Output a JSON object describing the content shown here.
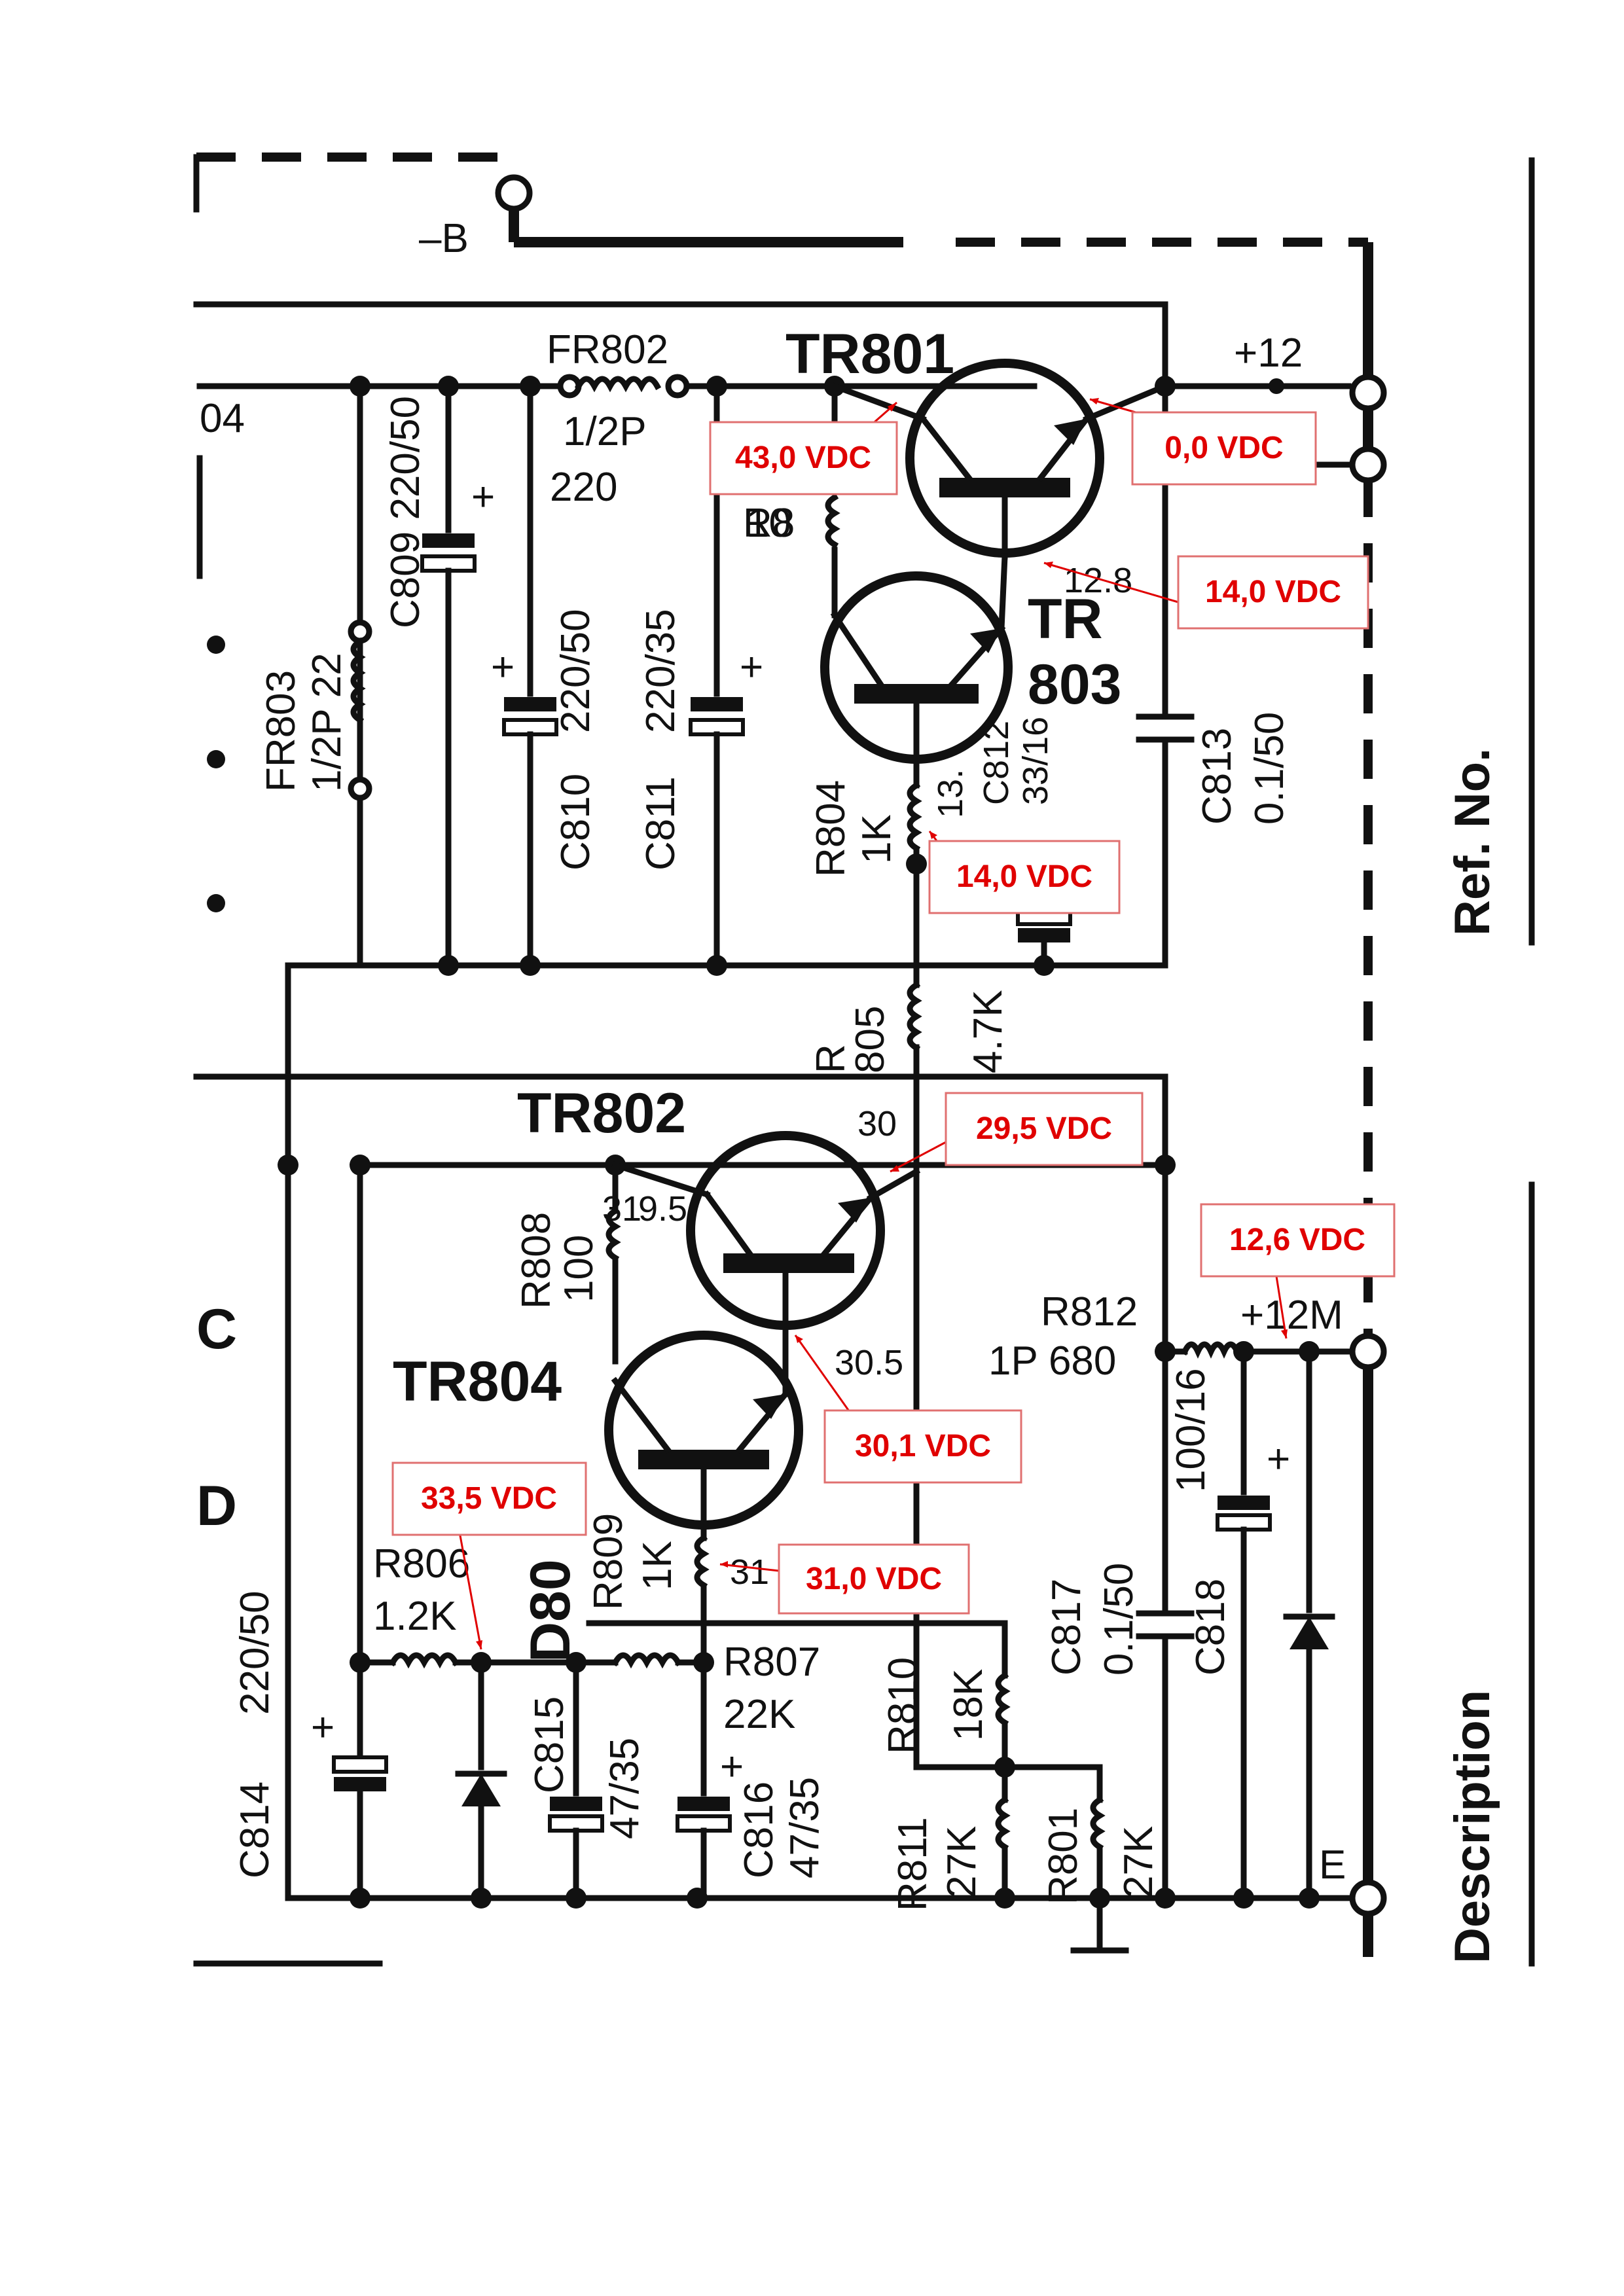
{
  "rails": {
    "neg_b": "–B",
    "plus12": "+12",
    "plus12m": "+12M",
    "e": "E"
  },
  "transistors": {
    "tr801": "TR801",
    "tr802": "TR802",
    "tr803_a": "TR",
    "tr803_b": "803",
    "tr804": "TR804"
  },
  "components": {
    "fr802": "FR802",
    "fr802_val1": "1/2P",
    "fr802_val2": "220",
    "fr803": "FR803",
    "fr803_val": "1/2P 22",
    "c809": "C809 220/50",
    "c810": "C810",
    "c810_val": "220/50",
    "c811": "C811",
    "c811_val": "220/35",
    "r804": "R804",
    "r804_val": "1K",
    "c812": "C812",
    "c812_val": "33/16",
    "c813": "C813",
    "c813_val": "0.1/50",
    "r805": "R",
    "r805_b": "805",
    "r805_val": "4.7K",
    "r808": "R808",
    "r808_val": "100",
    "r806": "R806",
    "r806_val": "1.2K",
    "r809": "R809",
    "r809_val": "1K",
    "r807": "R807",
    "r807_val": "22K",
    "r812": "R812",
    "r812_val": "1P 680",
    "c814": "C814",
    "c814_val": "220/50",
    "c815": "C815",
    "c815_val": "47/35",
    "c816": "C816",
    "c816_val": "47/35",
    "r810": "R810",
    "r810_val": "18K",
    "r811": "R811",
    "r811_val": "27K",
    "r801": "R801",
    "r801_val": "27K",
    "c817": "C817",
    "c817_val": "0.1/50",
    "c818": "C818",
    "c818_val": "100/16",
    "d80": "D80"
  },
  "printed_voltages": {
    "v1": "12.8",
    "v2": "13.",
    "v3": "30",
    "v4": "31",
    "v5": "9.5",
    "v6": "30.5",
    "v7": "31"
  },
  "edge_labels": {
    "c": "C",
    "d": "D",
    "r04": "04",
    "r10": "10"
  },
  "callouts": [
    {
      "id": "tr801_collector",
      "text": "43,0 VDC"
    },
    {
      "id": "tr801_emitter",
      "text": "0,0 VDC"
    },
    {
      "id": "tr803_emitter",
      "text": "14,0 VDC"
    },
    {
      "id": "r804_node",
      "text": "14,0 VDC"
    },
    {
      "id": "tr802_emitter",
      "text": "29,5 VDC"
    },
    {
      "id": "plus12m",
      "text": "12,6 VDC"
    },
    {
      "id": "tr804_emitter",
      "text": "30,1 VDC"
    },
    {
      "id": "r806_node",
      "text": "33,5 VDC"
    },
    {
      "id": "r809_node",
      "text": "31,0 VDC"
    }
  ],
  "side_labels": {
    "ref_no": "Ref. No.",
    "description": "Description"
  },
  "colors": {
    "ink": "#111111",
    "callout_text": "#e00000",
    "callout_border": "#e07070",
    "background": "#ffffff"
  }
}
